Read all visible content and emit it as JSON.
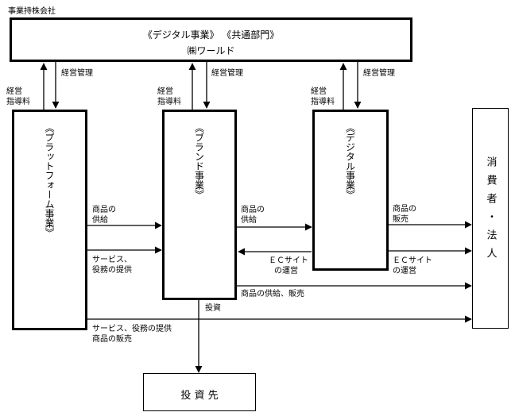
{
  "holding": {
    "caption": "事業持株会社",
    "segments": "《デジタル事業》 《共通部門》",
    "company": "㈱ワールド"
  },
  "platform": {
    "label": "《プラットフォーム事業》"
  },
  "brand": {
    "label": "《ブランド事業》"
  },
  "digital": {
    "label": "《デジタル事業》"
  },
  "consumer": {
    "label": "消費者・法人"
  },
  "investee": {
    "label": "投 資 先"
  },
  "flows": {
    "fee_platform": [
      "経営",
      "指導料"
    ],
    "mgmt_platform": "経営管理",
    "fee_brand": [
      "経営",
      "指導料"
    ],
    "mgmt_brand": "経営管理",
    "fee_digital": [
      "経営",
      "指導料"
    ],
    "mgmt_digital": "経営管理",
    "goods_supply_1": [
      "商品の",
      "供給"
    ],
    "service_1": [
      "サービス、",
      "役務の提供"
    ],
    "goods_supply_2": [
      "商品の",
      "供給"
    ],
    "ec_ops_1": [
      "ＥＣサイト",
      "の運営"
    ],
    "goods_sales": [
      "商品の",
      "販売"
    ],
    "ec_ops_2": [
      "ＥＣサイト",
      "の運営"
    ],
    "supply_sales": "商品の供給、販売",
    "investment": "投資",
    "service_sales": [
      "サービス、役務の提供",
      "商品の販売"
    ]
  }
}
